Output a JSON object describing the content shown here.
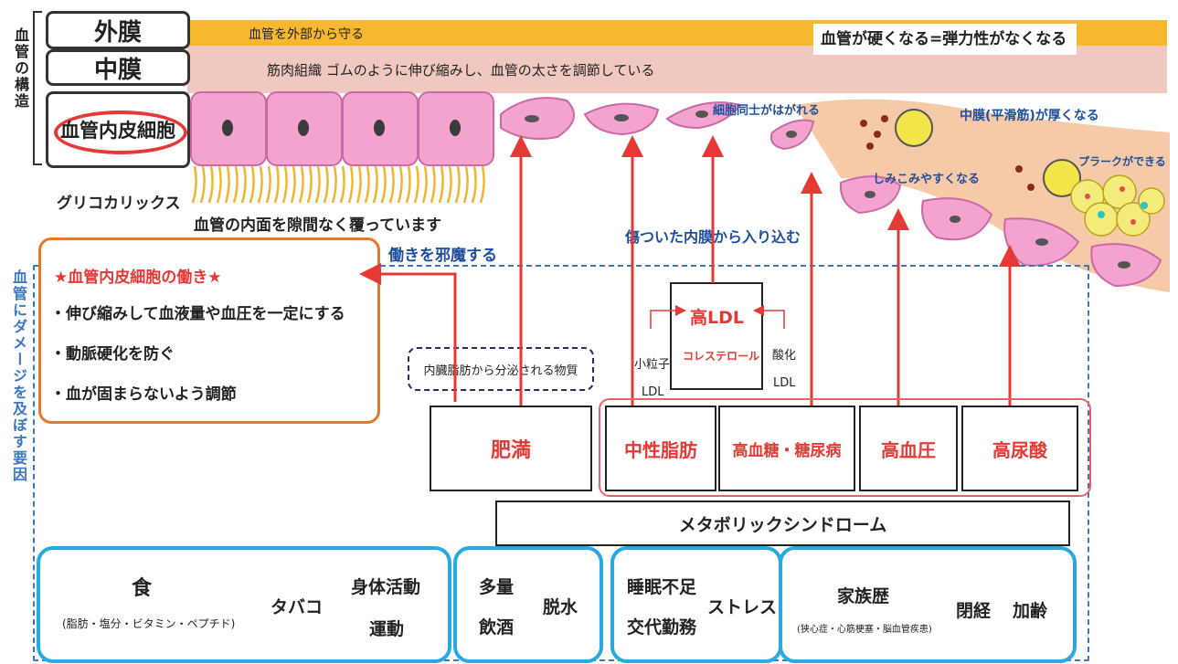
{
  "side_labels": {
    "structure": "血管の構造",
    "damage": "血管にダメージを及ぼす要因"
  },
  "layers": {
    "outer": "外膜",
    "middle": "中膜",
    "inner": "血管内皮細胞"
  },
  "bands": {
    "outer_desc": "血管を外部から守る",
    "middle_desc": "筋肉組織 ゴムのように伸び縮みし、血管の太さを調節している",
    "stiff_note": "血管が硬くなる=弾力性がなくなる"
  },
  "glyco": {
    "label": "グリコカリックス",
    "desc": "血管の内面を隙間なく覆っています"
  },
  "annotations": {
    "cells_separate": "細胞同士がはがれる",
    "media_thicken": "中膜(平滑筋)が厚くなる",
    "seep_in": "しみこみやすくなる",
    "plaque": "プラークができる",
    "enter_damaged": "傷ついた内膜から入り込む",
    "interfere": "働きを邪魔する"
  },
  "role": {
    "title": "★血管内皮細胞の働き★",
    "items": [
      "・伸び縮みして血液量や血圧を一定にする",
      "・動脈硬化を防ぐ",
      "・血が固まらないよう調節"
    ]
  },
  "visceral": "内臓脂肪から分泌される物質",
  "ldl": {
    "title": "高LDL",
    "sub": "コレステロール",
    "small_particle": "小粒子",
    "small_ldl": "LDL",
    "oxidized": "酸化",
    "oxidized_ldl": "LDL"
  },
  "conditions": [
    "肥満",
    "中性脂肪",
    "高血糖・糖尿病",
    "高血圧",
    "高尿酸"
  ],
  "metabolic": "メタボリックシンドローム",
  "factors": {
    "g1": {
      "food": "食",
      "food_sub": "(脂肪・塩分・ビタミン・ペプチド)",
      "tobacco": "タバコ",
      "activity": "身体活動",
      "exercise": "運動"
    },
    "g2": {
      "heavy": "多量",
      "drink": "飲酒",
      "dehydration": "脱水"
    },
    "g3": {
      "sleep": "睡眠不足",
      "shift": "交代勤務",
      "stress": "ストレス"
    },
    "g4": {
      "family": "家族歴",
      "family_sub": "(狭心症・心筋梗塞・脳血管疾患)",
      "menopause": "閉経",
      "aging": "加齢"
    }
  },
  "colors": {
    "outer_band": "#f5b82e",
    "middle_band": "#f0c8c0",
    "cell": "#f4a3cf",
    "arrow": "#e53935",
    "factor_border": "#29a9e1",
    "role_border": "#e8772e",
    "dash_blue": "#3a78c2"
  }
}
